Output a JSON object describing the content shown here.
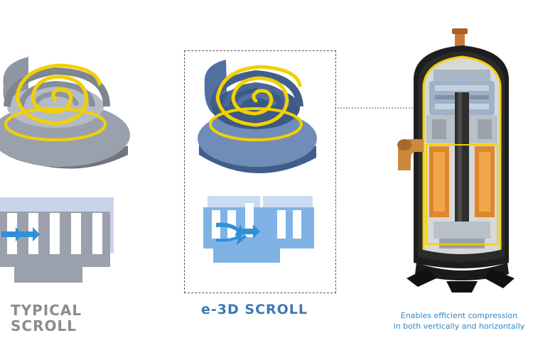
{
  "labels": {
    "typical_line1": "TYPICAL",
    "typical_line2": "SCROLL",
    "e3d": "e-3D SCROLL",
    "caption_line1": "Enables efficient compression",
    "caption_line2": "in both vertically and horizontally"
  },
  "colors": {
    "typical_text": "#8c8c8c",
    "e3d_text": "#3a78b8",
    "caption_text": "#2e86c8",
    "scroll_yellow": "#f2d000",
    "typical_scroll": "#8e96a3",
    "e3d_scroll": "#4f6f9c",
    "compressor_body": "#1f1f1f",
    "copper": "#c98a3a",
    "flow_arrow": "#2f8fd8"
  },
  "icons": {
    "typical_scroll": "typical-scroll-illustration",
    "e3d_scroll": "e3d-scroll-illustration",
    "compressor": "scroll-compressor-cutaway"
  }
}
